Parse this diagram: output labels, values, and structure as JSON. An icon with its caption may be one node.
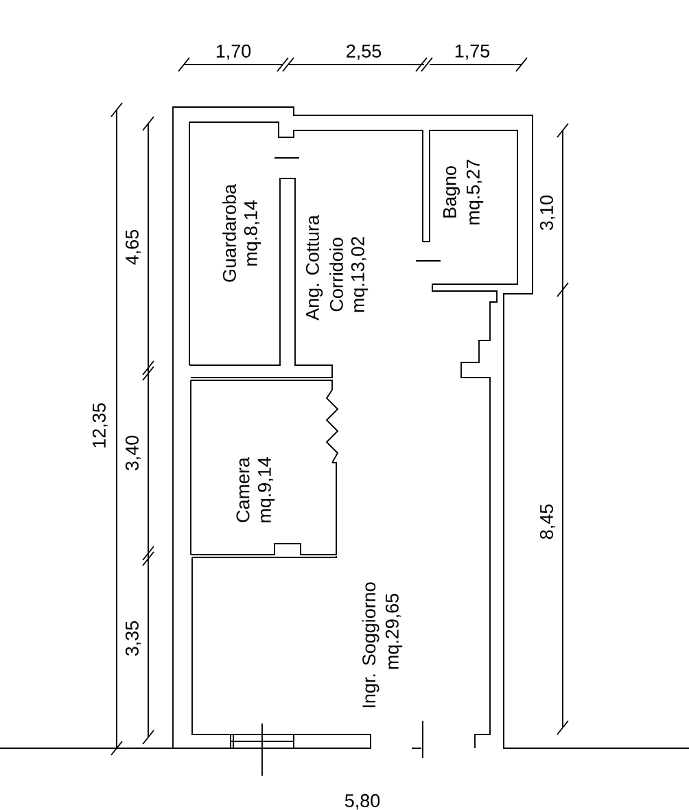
{
  "diagram": {
    "labels": [
      "1,70",
      "2,55",
      "1,75",
      "12,35",
      "4,65",
      "3,40",
      "3,35",
      "3,10",
      "8,45",
      "5,80",
      "Guardaroba",
      "mq.8,14",
      "Ang. Cottura",
      "Corridoio",
      "mq.13,02",
      "Bagno",
      "mq.5,27",
      "Camera",
      "mq.9,14",
      "Ingr. Soggiorno",
      "mq.29,65"
    ]
  }
}
